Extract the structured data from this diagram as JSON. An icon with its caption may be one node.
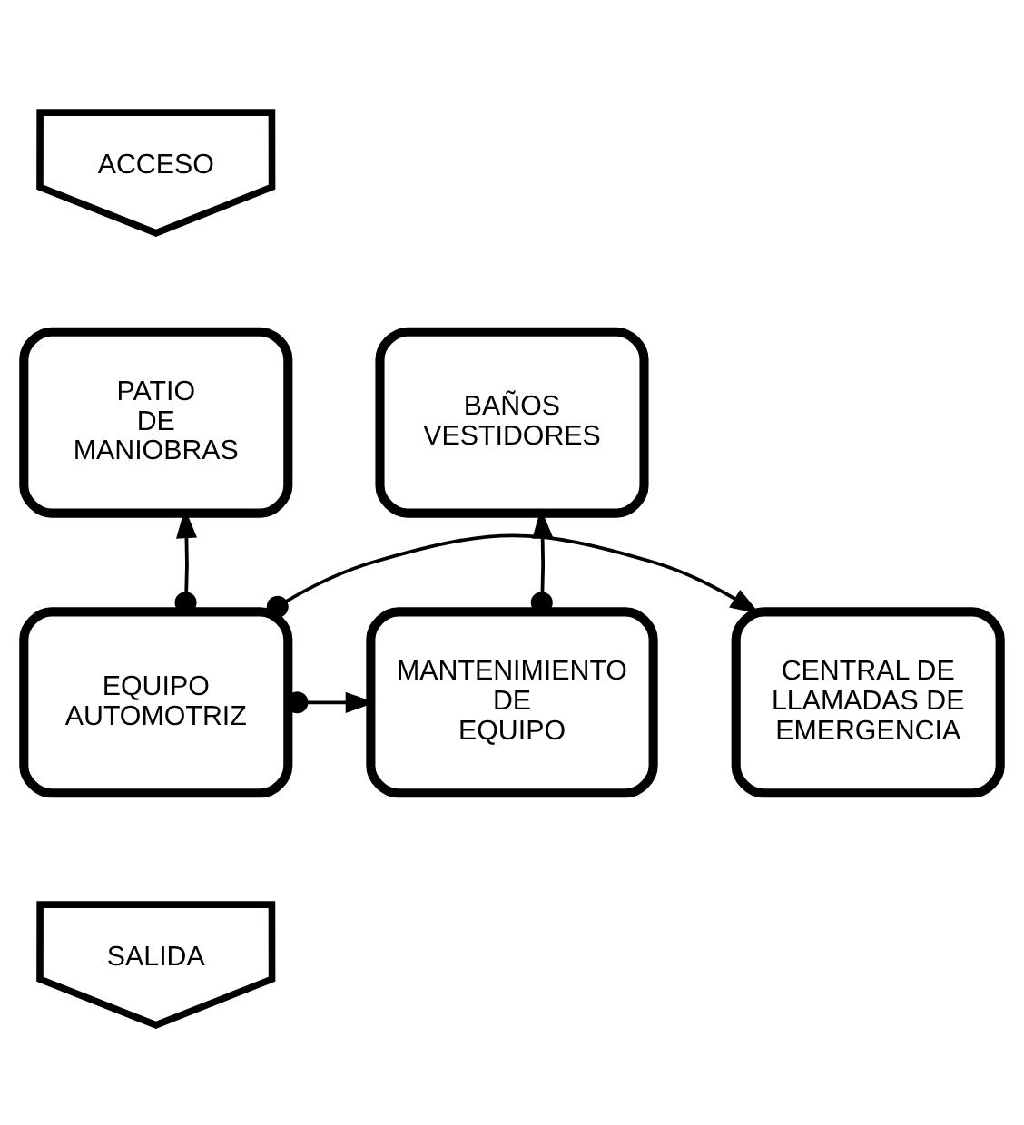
{
  "diagram": {
    "nodes": [
      {
        "text": [
          "ACCESO"
        ]
      },
      {
        "text": [
          "BAÑOS VESTIDORES"
        ]
      },
      {
        "text": [
          "PATIO DE MANIOBRAS"
        ]
      },
      {
        "text": [
          "MANTENIMIENTO DE EQUIPO"
        ]
      },
      {
        "text": [
          "EQUIPO AUTOMOTRIZ"
        ]
      },
      {
        "text": [
          "CENTRAL DE LLAMADAS DE EMERGENCIA"
        ]
      },
      {
        "text": [
          "SALIDA"
        ]
      }
    ],
    "edges": [
      {
        "from": 4,
        "to": 2,
        "arrow": "to"
      },
      {
        "from": 3,
        "to": 1,
        "arrow": "to"
      },
      {
        "from": 4,
        "to": 3,
        "arrow": "to"
      },
      {
        "from": 4,
        "to": 5,
        "arrow": "to"
      }
    ]
  }
}
